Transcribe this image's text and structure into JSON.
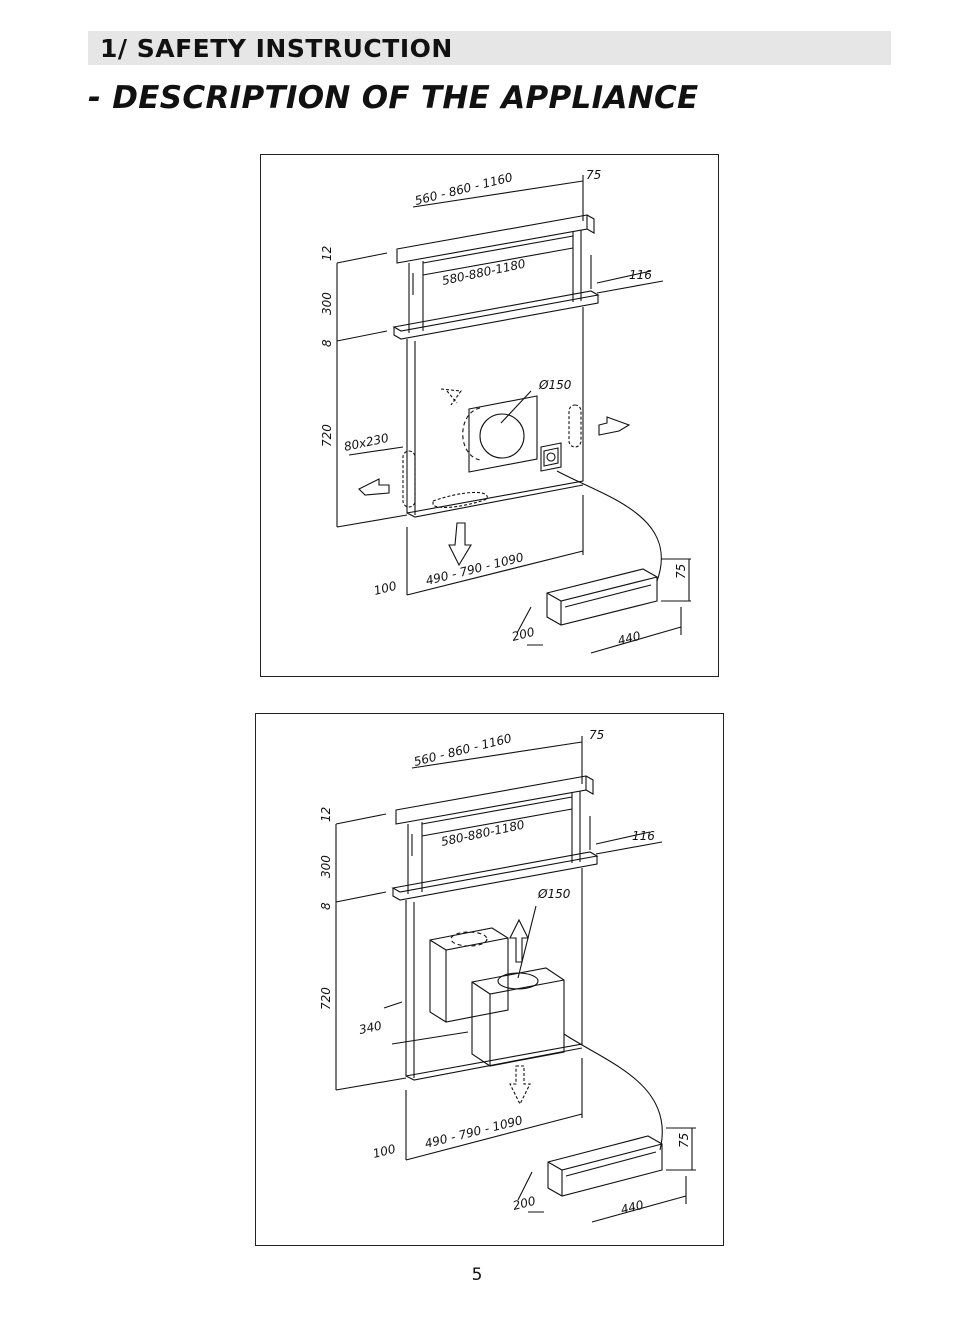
{
  "section": {
    "title": "1/ SAFETY INSTRUCTION"
  },
  "heading": "- DESCRIPTION OF THE APPLIANCE",
  "figure_1": {
    "dims": {
      "width": "560 - 860 - 1160",
      "depth_top": "75",
      "h12": "12",
      "h300": "300",
      "h8": "8",
      "h720": "720",
      "inner": "580-880-1180",
      "d116": "116",
      "duct": "Ø150",
      "vent": "80x230",
      "base": "100",
      "bottom": "490 - 790 - 1090",
      "motor_h": "75",
      "motor_d": "200",
      "motor_w": "440"
    }
  },
  "figure_2": {
    "dims": {
      "width": "560 - 860 - 1160",
      "depth_top": "75",
      "h12": "12",
      "h300": "300",
      "h8": "8",
      "h720": "720",
      "inner": "580-880-1180",
      "d116": "116",
      "duct": "Ø150",
      "motor_depth": "340",
      "base": "100",
      "bottom": "490 - 790 - 1090",
      "motor_h": "75",
      "motor_d": "200",
      "motor_w": "440"
    }
  },
  "page_number": "5"
}
